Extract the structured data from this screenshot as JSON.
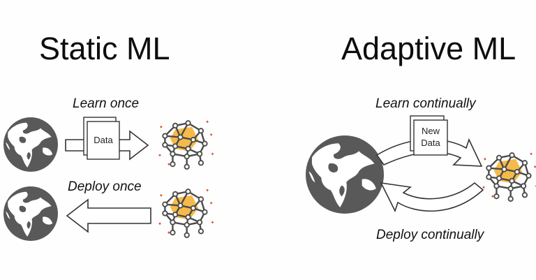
{
  "static": {
    "title": "Static ML",
    "learn_caption": "Learn once",
    "deploy_caption": "Deploy once",
    "data_label": "Data"
  },
  "adaptive": {
    "title": "Adaptive ML",
    "learn_caption": "Learn continually",
    "deploy_caption": "Deploy continually",
    "data_label_line1": "New",
    "data_label_line2": "Data"
  },
  "icons": {
    "globe": "globe-icon",
    "model": "neural-network-icon",
    "document": "document-stack-icon"
  },
  "colors": {
    "globe": "#595959",
    "network": "#4a4a4a",
    "node_fill": "#f5b640",
    "sparkle": "#e0523c",
    "text": "#111111"
  }
}
